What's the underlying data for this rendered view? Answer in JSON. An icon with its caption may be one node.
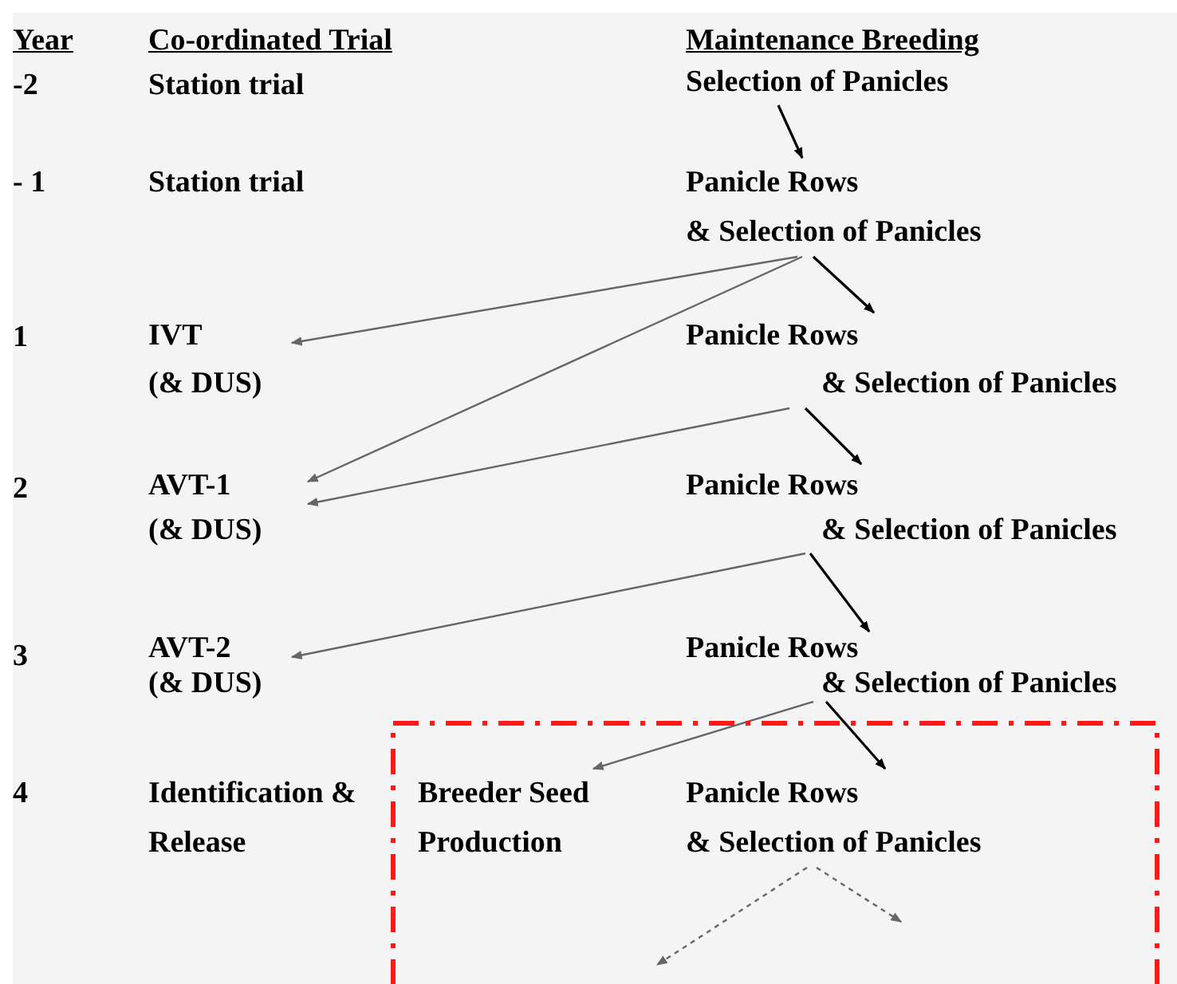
{
  "diagram": {
    "nodes": [
      {
        "text": [
          "Selection of Panicles"
        ]
      },
      {
        "text": [
          "Panicle Rows",
          "& Selection of Panicles"
        ]
      },
      {
        "text": [
          "IVT",
          "(& DUS)"
        ]
      },
      {
        "text": [
          "Panicle Rows",
          "& Selection of Panicles"
        ]
      },
      {
        "text": [
          "AVT-1",
          "(& DUS)"
        ]
      },
      {
        "text": [
          "Panicle Rows",
          "& Selection of Panicles"
        ]
      },
      {
        "text": [
          "AVT-2",
          "(& DUS)"
        ]
      },
      {
        "text": [
          "Panicle Rows",
          "& Selection of Panicles"
        ]
      },
      {
        "text": [],
        "shape": "box"
      },
      {
        "text": [
          "Breeder Seed Production"
        ],
        "in": 8
      },
      {
        "text": [
          "Panicle Rows",
          "& Selection of Panicles"
        ],
        "in": 8
      }
    ],
    "edges": [
      {
        "from": 0,
        "to": 1,
        "arrow": "to",
        "color": "#000000"
      },
      {
        "from": 1,
        "to": 2,
        "arrow": "to"
      },
      {
        "from": 1,
        "to": 4,
        "arrow": "to"
      },
      {
        "from": 1,
        "to": 3,
        "arrow": "to",
        "color": "#000000"
      },
      {
        "from": 3,
        "to": 4,
        "arrow": "to"
      },
      {
        "from": 3,
        "to": 5,
        "arrow": "to",
        "color": "#000000"
      },
      {
        "from": 5,
        "to": 6,
        "arrow": "to"
      },
      {
        "from": 5,
        "to": 7,
        "arrow": "to",
        "color": "#000000"
      },
      {
        "from": 7,
        "to": 9,
        "arrow": "to"
      },
      {
        "from": 7,
        "to": 10,
        "arrow": "to",
        "color": "#000000"
      },
      {
        "from": 10,
        "to": null,
        "arrow": "to",
        "style": "dashed"
      },
      {
        "from": 10,
        "to": null,
        "arrow": "to",
        "style": "dashed"
      }
    ],
    "labels": [
      "Year",
      "Co-ordinated Trial",
      "Maintenance Breeding",
      "-2",
      "Station trial",
      "- 1",
      "Station trial",
      "1",
      "2",
      "3",
      "4",
      "Identification & Release"
    ]
  }
}
